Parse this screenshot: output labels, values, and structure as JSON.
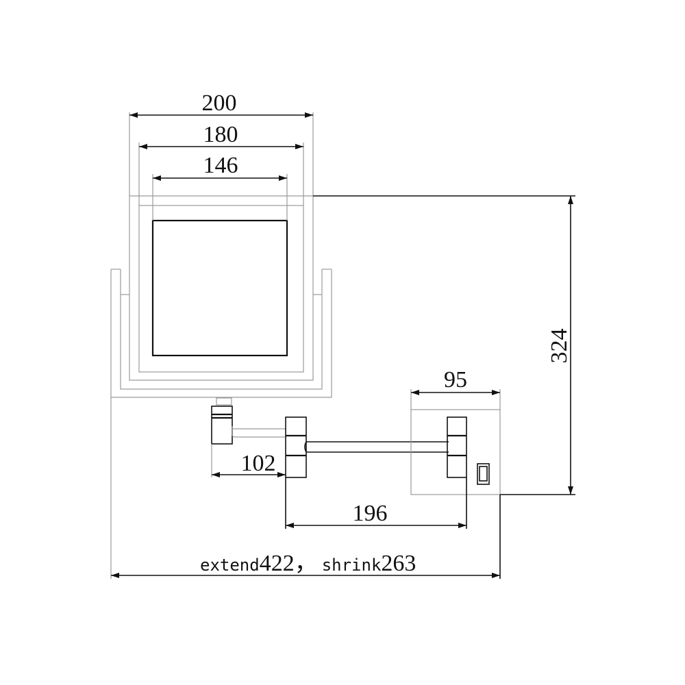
{
  "dimensions": {
    "mirror_outer_width": "200",
    "mirror_mid_width": "180",
    "mirror_inner_width": "146",
    "total_height": "324",
    "wall_plate_width": "95",
    "arm_short": "102",
    "arm_long": "196",
    "reach_extend_label": "extend",
    "reach_extend_value": "422",
    "reach_separator": "，",
    "reach_shrink_label": "shrink",
    "reach_shrink_value": "263"
  }
}
